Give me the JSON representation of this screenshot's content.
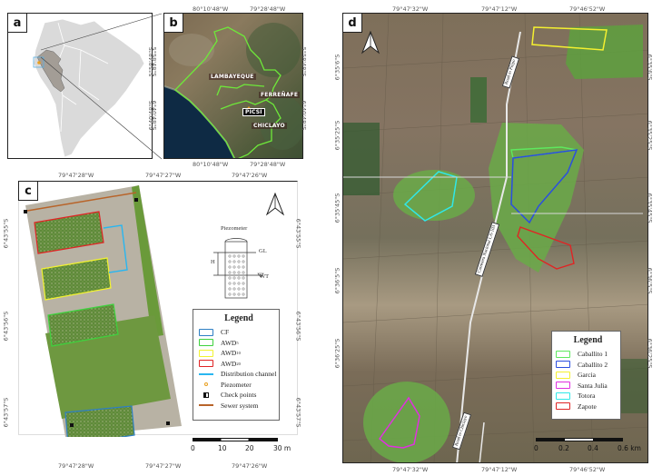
{
  "panels": {
    "a": {
      "label": "a",
      "description": "South America overview with Peru highlighted",
      "right_ticks": [
        "5°58'48\"S",
        "6°40'48\"S"
      ],
      "colors": {
        "land": "#d9d9d9",
        "peru": "#a09a94",
        "locator_box": "#5aaee0",
        "site_marker": "#e8a020"
      }
    },
    "b": {
      "label": "b",
      "top_ticks": [
        "80°10'48\"W",
        "79°28'48\"W"
      ],
      "bottom_ticks": [
        "80°10'48\"W",
        "79°28'48\"W"
      ],
      "left_ticks": [
        "5°58'48\"S",
        "6°40'48\"S"
      ],
      "right_ticks": [
        "5°58'48\"S",
        "6°40'48\"S"
      ],
      "places": [
        "LAMBAYEQUE",
        "FERREÑAFE",
        "PICSI",
        "CHICLAYO"
      ],
      "boundary_color": "#6ee83a"
    },
    "c": {
      "label": "c",
      "top_ticks": [
        "79°47'28\"W",
        "79°47'27\"W",
        "79°47'26\"W"
      ],
      "bottom_ticks": [
        "79°47'28\"W",
        "79°47'27\"W",
        "79°47'26\"W"
      ],
      "left_ticks": [
        "6°43'55\"S",
        "6°43'56\"S",
        "6°43'57\"S"
      ],
      "right_ticks": [
        "6°43'55\"S",
        "6°43'56\"S",
        "6°43'57\"S"
      ],
      "piezometer": {
        "title": "Piezometer",
        "gl_label": "GL",
        "h_label": "H",
        "wt_label": "WT"
      },
      "legend": {
        "title": "Legend",
        "items": [
          {
            "label": "CF",
            "sub": "",
            "type": "box",
            "color": "#2e7fc4"
          },
          {
            "label": "AWD",
            "sub": "5",
            "type": "box",
            "color": "#3ed23e"
          },
          {
            "label": "AWD",
            "sub": "10",
            "type": "box",
            "color": "#f2f230"
          },
          {
            "label": "AWD",
            "sub": "20",
            "type": "box",
            "color": "#e02424"
          },
          {
            "label": "Distribution channel",
            "sub": "",
            "type": "line",
            "color": "#29b6f0"
          },
          {
            "label": "Piezometer",
            "sub": "",
            "type": "circle",
            "color": "#e8a020"
          },
          {
            "label": "Check points",
            "sub": "",
            "type": "checker",
            "color": "#111111"
          },
          {
            "label": "Sewer system",
            "sub": "",
            "type": "line",
            "color": "#b8642a"
          }
        ]
      },
      "scale_bar": {
        "ticks": [
          "0",
          "10",
          "20",
          "30 m"
        ]
      }
    },
    "d": {
      "label": "d",
      "top_ticks": [
        "79°47'32\"W",
        "79°47'12\"W",
        "79°46'52\"W"
      ],
      "bottom_ticks": [
        "79°47'32\"W",
        "79°47'12\"W",
        "79°46'52\"W"
      ],
      "left_ticks": [
        "6°35'6\"S",
        "6°35'25\"S",
        "6°35'45\"S",
        "6°36'5\"S",
        "6°36'25\"S"
      ],
      "right_ticks": [
        "6°35'6\"S",
        "6°35'25\"S",
        "6°35'45\"S",
        "6°36'5\"S",
        "6°36'25\"S"
      ],
      "road_labels": [
        "Road to Pítipo",
        "Carretera Nacional LA-103",
        "Road to Chiclayo"
      ],
      "legend": {
        "title": "Legend",
        "items": [
          {
            "label": "Caballito 1",
            "color": "#5ee85e"
          },
          {
            "label": "Caballito 2",
            "color": "#2a4ee0"
          },
          {
            "label": "Garcia",
            "color": "#f4f030"
          },
          {
            "label": "Santa Julia",
            "color": "#e030e0"
          },
          {
            "label": "Totora",
            "color": "#30e8e8"
          },
          {
            "label": "Zapote",
            "color": "#e02424"
          }
        ]
      },
      "scale_bar": {
        "ticks": [
          "0",
          "0.2",
          "0.4",
          "0.6 km"
        ]
      }
    }
  }
}
